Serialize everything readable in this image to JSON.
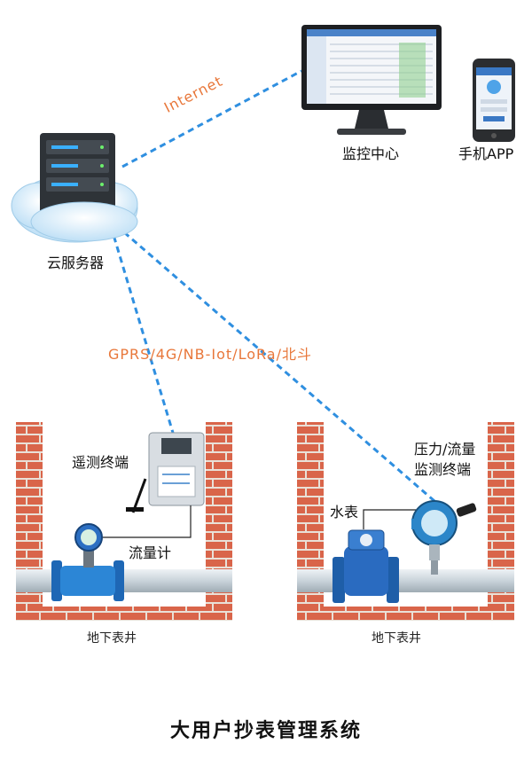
{
  "labels": {
    "internet": "Internet",
    "network": "GPRS/4G/NB-Iot/LoRa/北斗",
    "monitor_center": "监控中心",
    "mobile_app": "手机APP",
    "cloud_server": "云服务器",
    "telemetry_terminal": "遥测终端",
    "flow_meter": "流量计",
    "water_meter": "水表",
    "pressure_terminal_line1": "压力/流量",
    "pressure_terminal_line2": "监测终端",
    "well_left": "地下表井",
    "well_right": "地下表井"
  },
  "title": "大用户抄表管理系统",
  "colors": {
    "dashed_link": "#2f8fe0",
    "internet_text": "#e8773a",
    "brick": "#d9654a",
    "pipe": "#cfd8de",
    "meter_blue": "#2c6fc2"
  }
}
